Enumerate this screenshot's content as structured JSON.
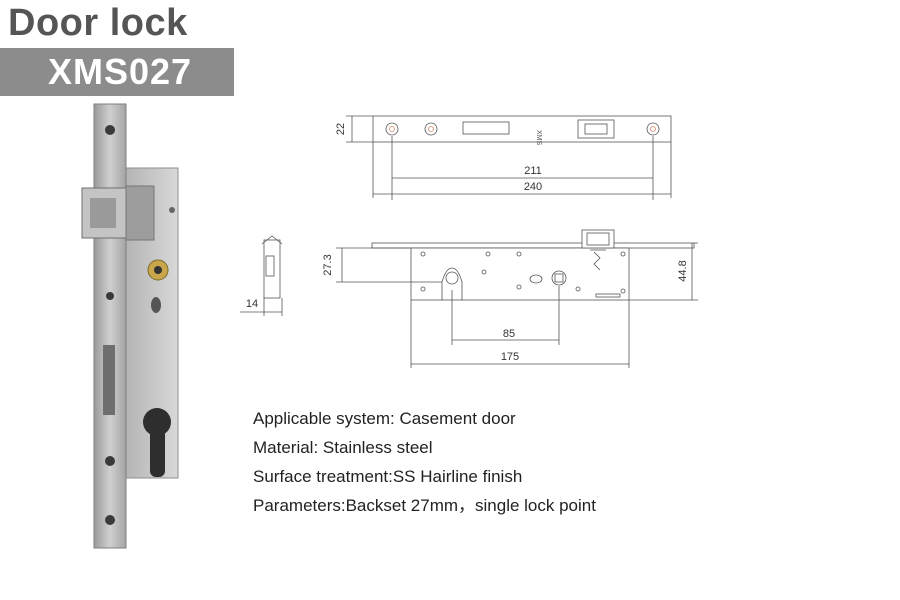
{
  "title": "Door lock",
  "model": "XMS027",
  "colors": {
    "model_bar": "#8c8c8c",
    "title_text": "#555555",
    "drawing_line": "#555555",
    "screw_accent": "#d98a6a",
    "steel": "#b5b5b5"
  },
  "dimensions": {
    "faceplate_height": "22",
    "screw_spacing": "211",
    "faceplate_length": "240",
    "backset": "27.3",
    "body_height": "44.8",
    "thickness": "14",
    "center_distance": "85",
    "body_length": "175"
  },
  "faceplate_marking": "XMS",
  "specs": [
    {
      "label": "Applicable system: Casement door"
    },
    {
      "label": "Material: Stainless steel"
    },
    {
      "label": "Surface treatment:SS Hairline finish"
    },
    {
      "label": "Parameters:Backset 27mm，single lock point"
    }
  ]
}
